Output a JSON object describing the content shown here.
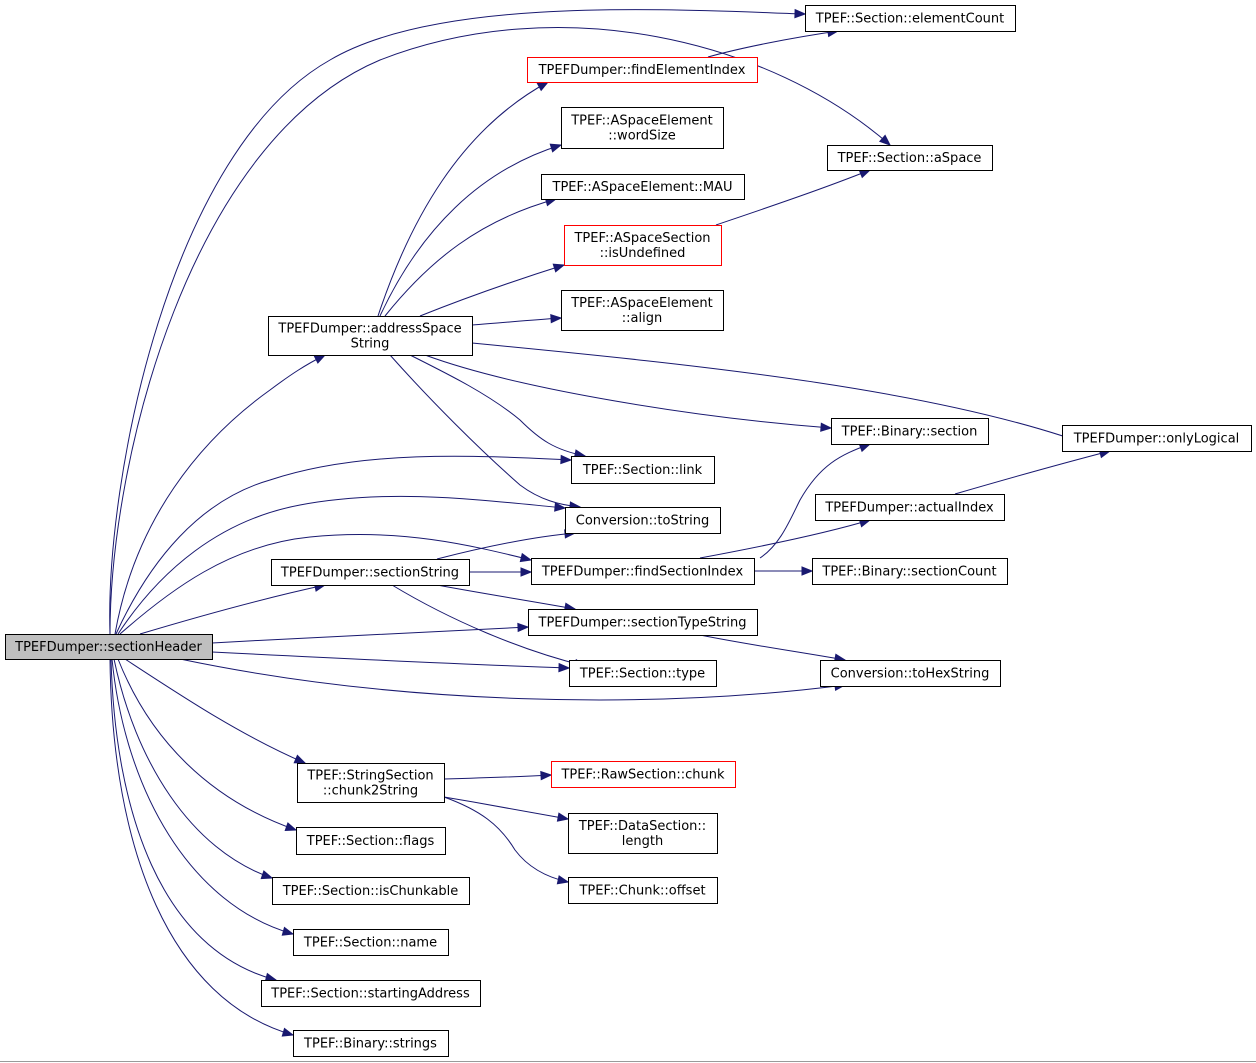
{
  "colors": {
    "edge": "#191970",
    "node_border": "#000000",
    "node_border_undocumented": "#ff0000",
    "root_fill": "#bfbfbf"
  },
  "nodes": {
    "sectionHeader": {
      "lines": [
        "TPEFDumper::sectionHeader"
      ],
      "style": "root"
    },
    "elementCount": {
      "lines": [
        "TPEF::Section::elementCount"
      ],
      "style": "normal"
    },
    "findElementIndex": {
      "lines": [
        "TPEFDumper::findElementIndex"
      ],
      "style": "red"
    },
    "wordSize": {
      "lines": [
        "TPEF::ASpaceElement",
        "::wordSize"
      ],
      "style": "normal"
    },
    "aSpace": {
      "lines": [
        "TPEF::Section::aSpace"
      ],
      "style": "normal"
    },
    "mau": {
      "lines": [
        "TPEF::ASpaceElement::MAU"
      ],
      "style": "normal"
    },
    "isUndefined": {
      "lines": [
        "TPEF::ASpaceSection",
        "::isUndefined"
      ],
      "style": "red"
    },
    "align": {
      "lines": [
        "TPEF::ASpaceElement",
        "::align"
      ],
      "style": "normal"
    },
    "addressSpaceString": {
      "lines": [
        "TPEFDumper::addressSpace",
        "String"
      ],
      "style": "normal"
    },
    "binarySection": {
      "lines": [
        "TPEF::Binary::section"
      ],
      "style": "normal"
    },
    "onlyLogical": {
      "lines": [
        "TPEFDumper::onlyLogical"
      ],
      "style": "normal"
    },
    "link": {
      "lines": [
        "TPEF::Section::link"
      ],
      "style": "normal"
    },
    "actualIndex": {
      "lines": [
        "TPEFDumper::actualIndex"
      ],
      "style": "normal"
    },
    "toString": {
      "lines": [
        "Conversion::toString"
      ],
      "style": "normal"
    },
    "sectionString": {
      "lines": [
        "TPEFDumper::sectionString"
      ],
      "style": "normal"
    },
    "findSectionIndex": {
      "lines": [
        "TPEFDumper::findSectionIndex"
      ],
      "style": "normal"
    },
    "sectionCount": {
      "lines": [
        "TPEF::Binary::sectionCount"
      ],
      "style": "normal"
    },
    "sectionTypeString": {
      "lines": [
        "TPEFDumper::sectionTypeString"
      ],
      "style": "normal"
    },
    "type": {
      "lines": [
        "TPEF::Section::type"
      ],
      "style": "normal"
    },
    "toHexString": {
      "lines": [
        "Conversion::toHexString"
      ],
      "style": "normal"
    },
    "chunk2String": {
      "lines": [
        "TPEF::StringSection",
        "::chunk2String"
      ],
      "style": "normal"
    },
    "rawChunk": {
      "lines": [
        "TPEF::RawSection::chunk"
      ],
      "style": "red"
    },
    "dataLength": {
      "lines": [
        "TPEF::DataSection::",
        "length"
      ],
      "style": "normal"
    },
    "flags": {
      "lines": [
        "TPEF::Section::flags"
      ],
      "style": "normal"
    },
    "chunkOffset": {
      "lines": [
        "TPEF::Chunk::offset"
      ],
      "style": "normal"
    },
    "isChunkable": {
      "lines": [
        "TPEF::Section::isChunkable"
      ],
      "style": "normal"
    },
    "name": {
      "lines": [
        "TPEF::Section::name"
      ],
      "style": "normal"
    },
    "startingAddress": {
      "lines": [
        "TPEF::Section::startingAddress"
      ],
      "style": "normal"
    },
    "strings": {
      "lines": [
        "TPEF::Binary::strings"
      ],
      "style": "normal"
    }
  },
  "edges": [
    [
      "sectionHeader",
      "elementCount"
    ],
    [
      "sectionHeader",
      "aSpace"
    ],
    [
      "sectionHeader",
      "addressSpaceString"
    ],
    [
      "sectionHeader",
      "link"
    ],
    [
      "sectionHeader",
      "toString"
    ],
    [
      "sectionHeader",
      "findSectionIndex"
    ],
    [
      "sectionHeader",
      "sectionString"
    ],
    [
      "sectionHeader",
      "sectionTypeString"
    ],
    [
      "sectionHeader",
      "type"
    ],
    [
      "sectionHeader",
      "toHexString"
    ],
    [
      "sectionHeader",
      "chunk2String"
    ],
    [
      "sectionHeader",
      "flags"
    ],
    [
      "sectionHeader",
      "isChunkable"
    ],
    [
      "sectionHeader",
      "name"
    ],
    [
      "sectionHeader",
      "startingAddress"
    ],
    [
      "sectionHeader",
      "strings"
    ],
    [
      "findElementIndex",
      "elementCount"
    ],
    [
      "addressSpaceString",
      "findElementIndex"
    ],
    [
      "addressSpaceString",
      "wordSize"
    ],
    [
      "addressSpaceString",
      "mau"
    ],
    [
      "addressSpaceString",
      "isUndefined"
    ],
    [
      "addressSpaceString",
      "align"
    ],
    [
      "addressSpaceString",
      "onlyLogical"
    ],
    [
      "addressSpaceString",
      "binarySection"
    ],
    [
      "addressSpaceString",
      "link"
    ],
    [
      "addressSpaceString",
      "toString"
    ],
    [
      "isUndefined",
      "aSpace"
    ],
    [
      "actualIndex",
      "onlyLogical"
    ],
    [
      "sectionString",
      "toString"
    ],
    [
      "sectionString",
      "findSectionIndex"
    ],
    [
      "sectionString",
      "sectionTypeString"
    ],
    [
      "sectionString",
      "type"
    ],
    [
      "findSectionIndex",
      "binarySection"
    ],
    [
      "findSectionIndex",
      "actualIndex"
    ],
    [
      "findSectionIndex",
      "sectionCount"
    ],
    [
      "sectionTypeString",
      "toHexString"
    ],
    [
      "chunk2String",
      "rawChunk"
    ],
    [
      "chunk2String",
      "dataLength"
    ],
    [
      "chunk2String",
      "chunkOffset"
    ]
  ]
}
